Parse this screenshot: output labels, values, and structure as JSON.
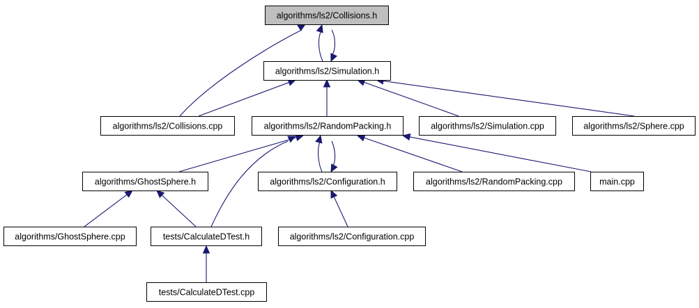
{
  "diagram": {
    "type": "include-dependency-graph",
    "edge_color": "#191970",
    "current_node_fill": "#bfbfbf",
    "nodes": [
      {
        "id": "collisions_h",
        "label": "algorithms/ls2/Collisions.h",
        "current": true
      },
      {
        "id": "simulation_h",
        "label": "algorithms/ls2/Simulation.h"
      },
      {
        "id": "collisions_cpp",
        "label": "algorithms/ls2/Collisions.cpp"
      },
      {
        "id": "randompacking_h",
        "label": "algorithms/ls2/RandomPacking.h"
      },
      {
        "id": "simulation_cpp",
        "label": "algorithms/ls2/Simulation.cpp"
      },
      {
        "id": "sphere_cpp",
        "label": "algorithms/ls2/Sphere.cpp"
      },
      {
        "id": "ghostsphere_h",
        "label": "algorithms/GhostSphere.h"
      },
      {
        "id": "configuration_h",
        "label": "algorithms/ls2/Configuration.h"
      },
      {
        "id": "randompacking_cpp",
        "label": "algorithms/ls2/RandomPacking.cpp"
      },
      {
        "id": "main_cpp",
        "label": "main.cpp"
      },
      {
        "id": "ghostsphere_cpp",
        "label": "algorithms/GhostSphere.cpp"
      },
      {
        "id": "calculatedtest_h",
        "label": "tests/CalculateDTest.h"
      },
      {
        "id": "configuration_cpp",
        "label": "algorithms/ls2/Configuration.cpp"
      },
      {
        "id": "calculatedtest_cpp",
        "label": "tests/CalculateDTest.cpp"
      }
    ],
    "edges": [
      {
        "from": "simulation_h",
        "to": "collisions_h"
      },
      {
        "from": "collisions_h",
        "to": "simulation_h"
      },
      {
        "from": "collisions_cpp",
        "to": "collisions_h"
      },
      {
        "from": "collisions_cpp",
        "to": "simulation_h"
      },
      {
        "from": "randompacking_h",
        "to": "simulation_h"
      },
      {
        "from": "simulation_cpp",
        "to": "simulation_h"
      },
      {
        "from": "sphere_cpp",
        "to": "simulation_h"
      },
      {
        "from": "ghostsphere_h",
        "to": "randompacking_h"
      },
      {
        "from": "calculatedtest_h",
        "to": "randompacking_h"
      },
      {
        "from": "configuration_h",
        "to": "randompacking_h"
      },
      {
        "from": "randompacking_h",
        "to": "configuration_h"
      },
      {
        "from": "randompacking_cpp",
        "to": "randompacking_h"
      },
      {
        "from": "main_cpp",
        "to": "randompacking_h"
      },
      {
        "from": "ghostsphere_cpp",
        "to": "ghostsphere_h"
      },
      {
        "from": "calculatedtest_h",
        "to": "ghostsphere_h"
      },
      {
        "from": "configuration_cpp",
        "to": "configuration_h"
      },
      {
        "from": "calculatedtest_cpp",
        "to": "calculatedtest_h"
      }
    ]
  }
}
